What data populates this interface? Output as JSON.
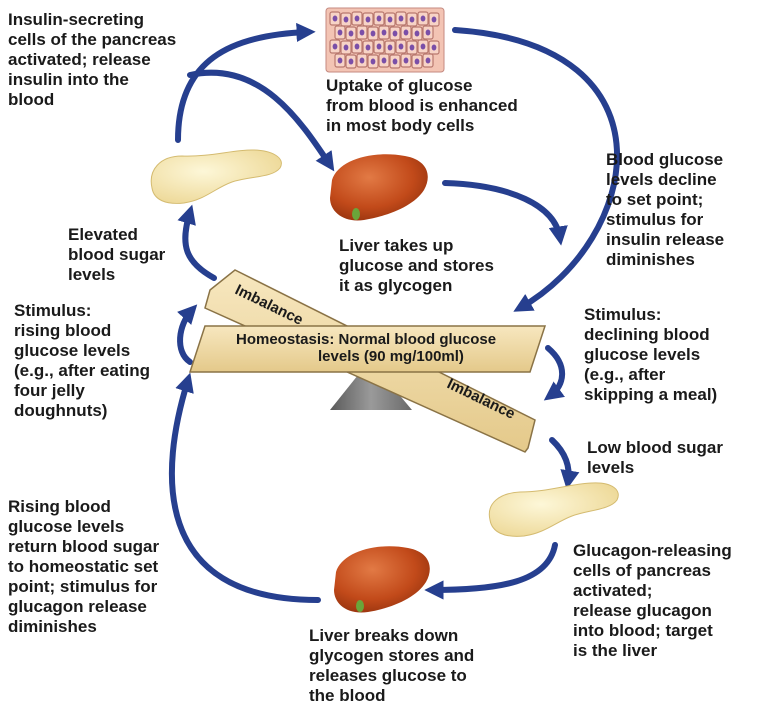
{
  "labels": {
    "insulin_cells": "Insulin-secreting\ncells of the pancreas\nactivated; release\ninsulin into the\nblood",
    "uptake": "Uptake of glucose\nfrom blood is enhanced\nin most body cells",
    "decline": "Blood glucose\nlevels decline\nto set point;\nstimulus for\ninsulin release\ndiminishes",
    "elevated": "Elevated\nblood sugar\nlevels",
    "liver_up": "Liver takes up\nglucose and stores\nit as glycogen",
    "stim_rising": "Stimulus:\nrising blood\nglucose levels\n(e.g., after eating\nfour jelly\ndoughnuts)",
    "stim_declining": "Stimulus:\ndeclining blood\nglucose levels\n(e.g., after\nskipping a meal)",
    "low_sugar": "Low blood sugar\nlevels",
    "rising_return": "Rising blood\nglucose levels\nreturn blood sugar\nto homeostatic set\npoint; stimulus for\nglucagon release\ndiminishes",
    "glucagon_cells": "Glucagon-releasing\ncells of pancreas\nactivated;\nrelease glucagon\ninto blood; target\nis the liver",
    "liver_down": "Liver breaks down\nglycogen stores and\nreleases glucose to\nthe blood"
  },
  "beam": {
    "imbalance_top": "Imbalance",
    "imbalance_bottom": "Imbalance",
    "homeostasis_line1": "Homeostasis: Normal blood glucose",
    "homeostasis_line2": "levels (90 mg/100ml)"
  },
  "colors": {
    "arrow": "#263f8f",
    "beam": "#f0d9a4",
    "beam_stroke": "#8a7346",
    "fulcrum": "#808080",
    "liver": "#c24a1a",
    "pancreas": "#f3e3a3"
  }
}
